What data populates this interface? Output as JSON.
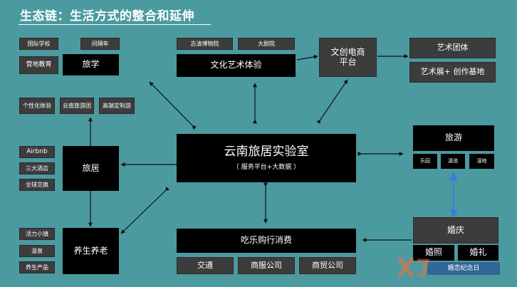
{
  "title": "生态链：生活方式的整合和延伸",
  "nodes": {
    "intl_school": "国际学校",
    "gap_year": "间隔年",
    "camp_edu": "营地教育",
    "study_travel": "旅学",
    "personal_exp": "个性化体验",
    "yunnan_tour_group": "云南旅游团",
    "high_end_custom": "高端定制游",
    "airbnb": "Airbnb",
    "three_hotels": "三大酒店",
    "global_exchange": "全球交换",
    "travel_living": "旅居",
    "vitality_town": "活力小镇",
    "hot_spring": "温泉",
    "wellness_products": "养生产品",
    "wellness_elderly": "养生养老",
    "ancient_museum": "古滇博物院",
    "grand_theater": "大剧院",
    "culture_art_exp": "文化艺术体验",
    "cultural_ecommerce": "文创电商平台",
    "art_troupe": "艺术团体",
    "art_exhibition_base": "艺术展+ 创作基地",
    "lab_main": "云南旅居实验室",
    "lab_sub": "（ 服务平台+大数据 ）",
    "tourism": "旅游",
    "paradise": "乐园",
    "lakeside": "滇池",
    "wetland": "湿地",
    "wedding": "婚庆",
    "wedding_photo": "婚照",
    "wedding_ceremony": "婚礼",
    "wedding_anniversary": "婚恋纪念日",
    "consumption": "吃乐购行消费",
    "transport": "交通",
    "commerce_service": "商服公司",
    "trade_company": "商贸公司"
  },
  "colors": {
    "background": "#4a9aa0",
    "box_primary": "#000000",
    "box_secondary": "#3c3c3c",
    "text": "#ffffff"
  }
}
